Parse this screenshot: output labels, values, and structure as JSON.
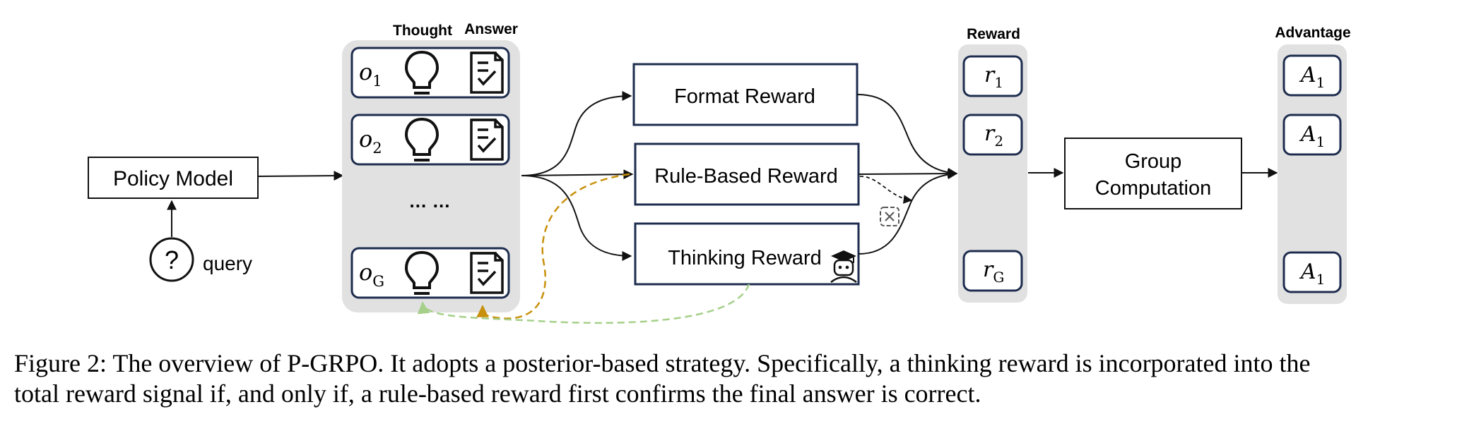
{
  "figure": {
    "policy_model_label": "Policy Model",
    "query_label": "query",
    "query_icon": "?",
    "thought_header": "Thought",
    "answer_header": "Answer",
    "outputs": [
      {
        "symbol": "o",
        "subscript": "1"
      },
      {
        "symbol": "o",
        "subscript": "2"
      },
      {
        "symbol": "o",
        "subscript": "G"
      }
    ],
    "ellipsis": "… …",
    "thought_icon": "lightbulb-icon",
    "answer_icon": "checklist-icon",
    "format_reward_label": "Format Reward",
    "rule_reward_label": "Rule-Based Reward",
    "thinking_reward_label": "Thinking Reward",
    "thinking_reward_icon": "scholar-robot-icon",
    "gate_icon": "x-box-icon",
    "reward_header": "Reward",
    "rewards": [
      {
        "symbol": "r",
        "subscript": "1"
      },
      {
        "symbol": "r",
        "subscript": "2"
      },
      {
        "symbol": "r",
        "subscript": "G"
      }
    ],
    "group_computation_line1": "Group",
    "group_computation_line2": "Computation",
    "advantage_header": "Advantage",
    "advantages": [
      {
        "symbol": "A",
        "subscript": "1"
      },
      {
        "symbol": "A",
        "subscript": "1"
      },
      {
        "symbol": "A",
        "subscript": "1"
      }
    ],
    "colors": {
      "box_border": "#1e2d4f",
      "column_fill": "#e1e1e1",
      "rule_feedback": "#c8900c",
      "thinking_feedback": "#a6d08a"
    }
  },
  "caption": {
    "line1": "Figure 2: The overview of P-GRPO. It adopts a posterior-based strategy. Specifically, a thinking reward is incorporated into the",
    "line2": "total reward signal if, and only if, a rule-based reward first confirms the final answer is correct."
  }
}
